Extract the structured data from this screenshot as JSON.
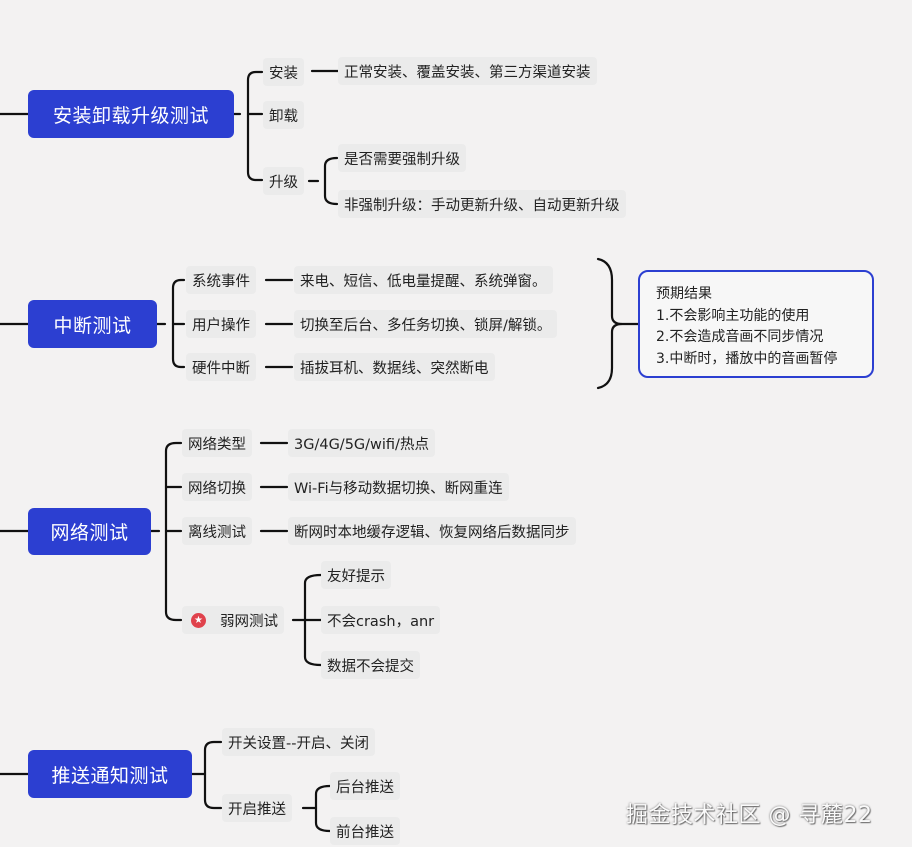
{
  "sections": [
    {
      "title": "安装卸载升级测试",
      "items": [
        {
          "label": "安装",
          "details": [
            "正常安装、覆盖安装、第三方渠道安装"
          ]
        },
        {
          "label": "卸载",
          "details": []
        },
        {
          "label": "升级",
          "details": [
            "是否需要强制升级",
            "非强制升级：手动更新升级、自动更新升级"
          ]
        }
      ]
    },
    {
      "title": "中断测试",
      "items": [
        {
          "label": "系统事件",
          "details": [
            "来电、短信、低电量提醒、系统弹窗。"
          ]
        },
        {
          "label": "用户操作",
          "details": [
            "切换至后台、多任务切换、锁屏/解锁。"
          ]
        },
        {
          "label": "硬件中断",
          "details": [
            "插拔耳机、数据线、突然断电"
          ]
        }
      ],
      "summary": {
        "title": "预期结果",
        "lines": [
          "1.不会影响主功能的使用",
          "2.不会造成音画不同步情况",
          "3.中断时，播放中的音画暂停"
        ]
      }
    },
    {
      "title": "网络测试",
      "items": [
        {
          "label": "网络类型",
          "details": [
            "3G/4G/5G/wifi/热点"
          ]
        },
        {
          "label": "网络切换",
          "details": [
            "Wi-Fi与移动数据切换、断网重连"
          ]
        },
        {
          "label": "离线测试",
          "details": [
            "断网时本地缓存逻辑、恢复网络后数据同步"
          ]
        },
        {
          "label": "弱网测试",
          "icon": "star-icon",
          "details": [
            "友好提示",
            "不会crash，anr",
            "数据不会提交"
          ]
        }
      ]
    },
    {
      "title": "推送通知测试",
      "items": [
        {
          "label": "开关设置--开启、关闭",
          "details": []
        },
        {
          "label": "开启推送",
          "details": [
            "后台推送",
            "前台推送"
          ]
        }
      ]
    }
  ],
  "watermark": "掘金技术社区 @ 寻麓22",
  "colors": {
    "accent": "#2c3fd1",
    "line": "#111111",
    "star": "#e0424c",
    "leaf_bg": "#ebebeb",
    "background": "#f3f2f2"
  }
}
